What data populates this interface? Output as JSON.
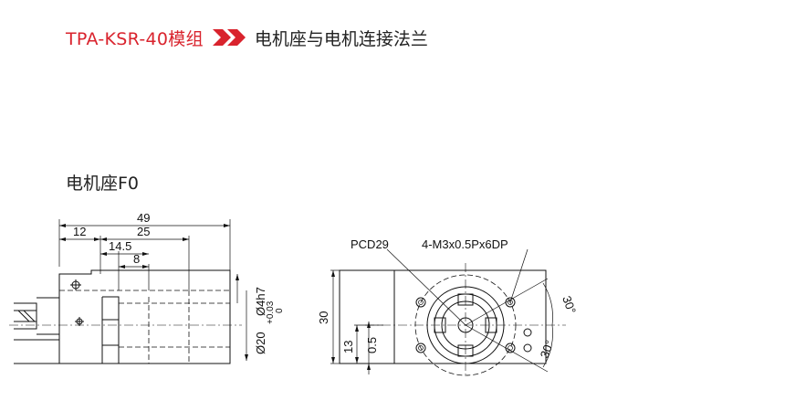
{
  "header": {
    "model": "TPA-KSR-40模组",
    "arrow_icon": "double-chevron-right-icon",
    "subtitle": "电机座与电机连接法兰",
    "accent_color": "#d9232d"
  },
  "section": {
    "label": "电机座F0"
  },
  "side_view": {
    "dims": {
      "overall": "49",
      "d12": "12",
      "d25": "25",
      "d14_5": "14.5",
      "d8": "8",
      "bore": "Ø4h7",
      "pilot": "Ø20",
      "tol_upper": "+0.03",
      "tol_lower": "0"
    }
  },
  "front_view": {
    "pcd": "PCD29",
    "thread": "4-M3x0.5Px6DP",
    "height": "30",
    "h13": "13",
    "h0_5": "0.5",
    "angle_top": "30°",
    "angle_bottom": "30°"
  }
}
